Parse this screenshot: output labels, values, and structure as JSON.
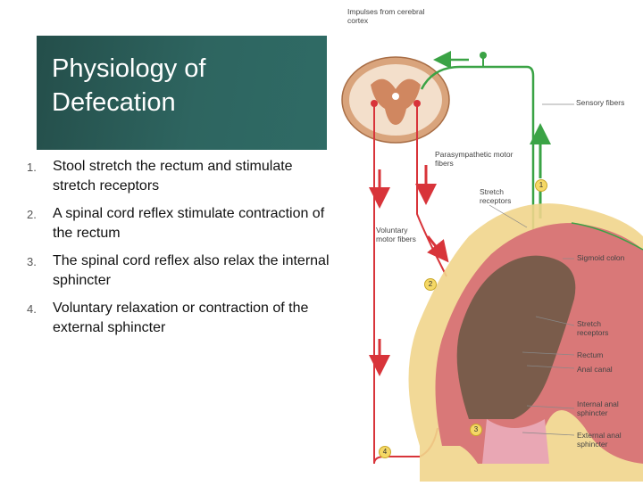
{
  "slide": {
    "title": "Physiology of\nDefecation",
    "steps": [
      {
        "num": "1.",
        "text": "Stool stretch the rectum and stimulate stretch receptors"
      },
      {
        "num": "2.",
        "text": "A spinal cord reflex stimulate contraction of the rectum"
      },
      {
        "num": "3.",
        "text": "The spinal cord reflex also relax the internal sphincter"
      },
      {
        "num": "4.",
        "text": "Voluntary relaxation or contraction of the external sphincter"
      }
    ]
  },
  "figure": {
    "labels": {
      "impulses": "Impulses from cerebral cortex",
      "sensory": "Sensory fibers",
      "parasympathetic": "Parasympathetic motor fibers",
      "stretch_top": "Stretch receptors",
      "voluntary": "Voluntary motor fibers",
      "sigmoid": "Sigmoid colon",
      "stretch_bottom": "Stretch receptors",
      "rectum": "Rectum",
      "anal_canal": "Anal canal",
      "internal": "Internal anal sphincter",
      "external": "External anal sphincter"
    },
    "badges": [
      "1",
      "2",
      "3",
      "4"
    ],
    "colors": {
      "sensory": "#3aa345",
      "motor": "#d8343a",
      "cord": "#c98a5c",
      "colon": "#8a6a55"
    }
  }
}
